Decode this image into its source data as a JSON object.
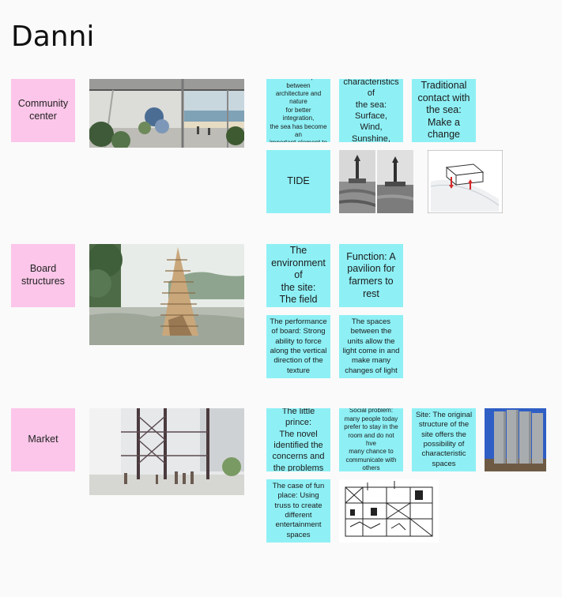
{
  "title": "Danni",
  "rows": [
    {
      "label": "Community\ncenter",
      "notes": [
        "Explore the\nrelationship between\narchitecture and nature\nfor better integration,\nthe sea has become an\nimportant element to\nguide the design.",
        "The different\ncharacteristics of\nthe sea: Surface,\nWind, Sunshine,\nSeawater",
        "Traditional\ncontact with\nthe sea:\nMake a\nchange",
        "TIDE"
      ]
    },
    {
      "label": "Board\nstructures",
      "notes": [
        "The\nenvironment of\nthe site:\nThe field",
        "Function: A\npavilion for\nfarmers to\nrest",
        "The performance\nof board: Strong\nability to force\nalong the vertical\ndirection of the\ntexture",
        "The spaces\nbetween the\nunits allow the\nlight come in and\nmake many\nchanges of light"
      ]
    },
    {
      "label": "Market",
      "notes": [
        "The little prince:\nThe novel\nidentified the\nconcerns and\nthe problems",
        "Social problem:\nmany people today\nprefer to stay in the\nroom and do not hve\nmany chance to\ncommunicate with\nothers",
        "Site: The original\nstructure of the\nsite offers the\npossibility of\ncharacteristic\nspaces",
        "The case of fun\nplace: Using\ntruss to create\ndifferent\nentertainment\nspaces"
      ]
    }
  ],
  "colors": {
    "pink_note": "#fbc6e9",
    "cyan_note": "#8ef0f5",
    "background": "#fafafa"
  }
}
